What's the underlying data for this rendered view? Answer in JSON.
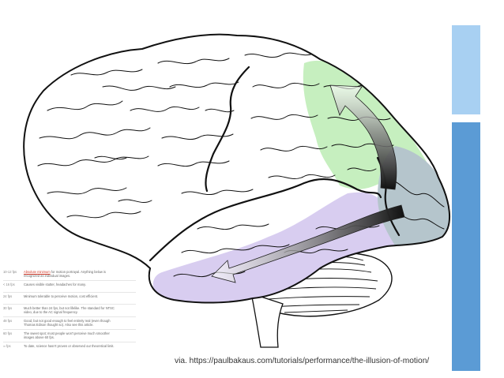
{
  "caption": "via. https://paulbakaus.com/tutorials/performance/the-illusion-of-motion/",
  "colors": {
    "accent_top": "#a8d0f2",
    "accent_bottom": "#5b9bd5",
    "parietal_region": "#c6efbf",
    "temporal_region": "#d8cdf0",
    "occipital_region": "#b5c5cc",
    "outline": "#111111",
    "link_red": "#d23a2a"
  },
  "fps_table": {
    "rows": [
      {
        "rate": "10-12 fps",
        "highlight": "Absolute minimum",
        "text": " for motion portrayal. Anything below is recognized as individual images."
      },
      {
        "rate": "< 16 fps",
        "highlight": "",
        "text": "Causes visible stutter, headaches for many."
      },
      {
        "rate": "24 fps",
        "highlight": "",
        "text": "Minimum tolerable to perceive motion, cost efficient."
      },
      {
        "rate": "30 fps",
        "highlight": "",
        "text": "Much better than 24 fps, but not lifelike. The standard for NTSC video, due to the AC signal frequency."
      },
      {
        "rate": "48 fps",
        "highlight": "",
        "text": "Good, but not good enough to feel entirely real (even though Thomas Edison thought so). Also see this article."
      },
      {
        "rate": "60 fps",
        "highlight": "",
        "text": "The sweet spot; most people won't perceive much smoother images above 60 fps."
      },
      {
        "rate": "∞ fps",
        "highlight": "",
        "text": "To date, science hasn't proven or observed our theoretical limit."
      }
    ]
  },
  "icons": {
    "brain": "brain-illustration",
    "pathway": "visual-pathway-arrows"
  }
}
